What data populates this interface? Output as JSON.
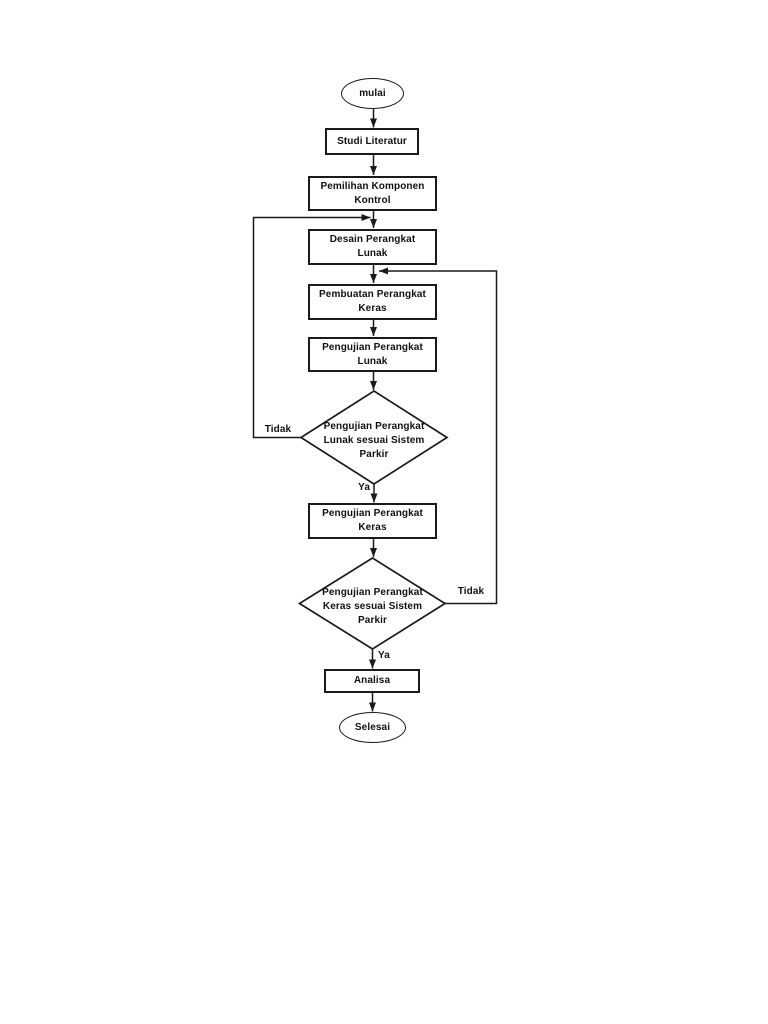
{
  "flowchart": {
    "nodes": {
      "start": "mulai",
      "studi_literatur": "Studi Literatur",
      "pemilihan_komponen": "Pemilihan Komponen\nKontrol",
      "desain_perangkat_lunak": "Desain Perangkat\nLunak",
      "pembuatan_perangkat_keras": "Pembuatan Perangkat\nKeras",
      "pengujian_perangkat_lunak": "Pengujian Perangkat\nLunak",
      "decision_pengujian_lunak": "Pengujian Perangkat\nLunak sesuai Sistem\nParkir",
      "pengujian_perangkat_keras": "Pengujian Perangkat\nKeras",
      "decision_pengujian_keras": "Pengujian Perangkat\nKeras sesuai Sistem\nParkir",
      "analisa": "Analisa",
      "end": "Selesai"
    },
    "edge_labels": {
      "decision_lunak_no": "Tidak",
      "decision_lunak_yes": "Ya",
      "decision_keras_no": "Tidak",
      "decision_keras_yes": "Ya"
    },
    "colors": {
      "line": "#1a1a1a",
      "node_fill": "#ffffff",
      "page_background": "#ffffff"
    }
  }
}
